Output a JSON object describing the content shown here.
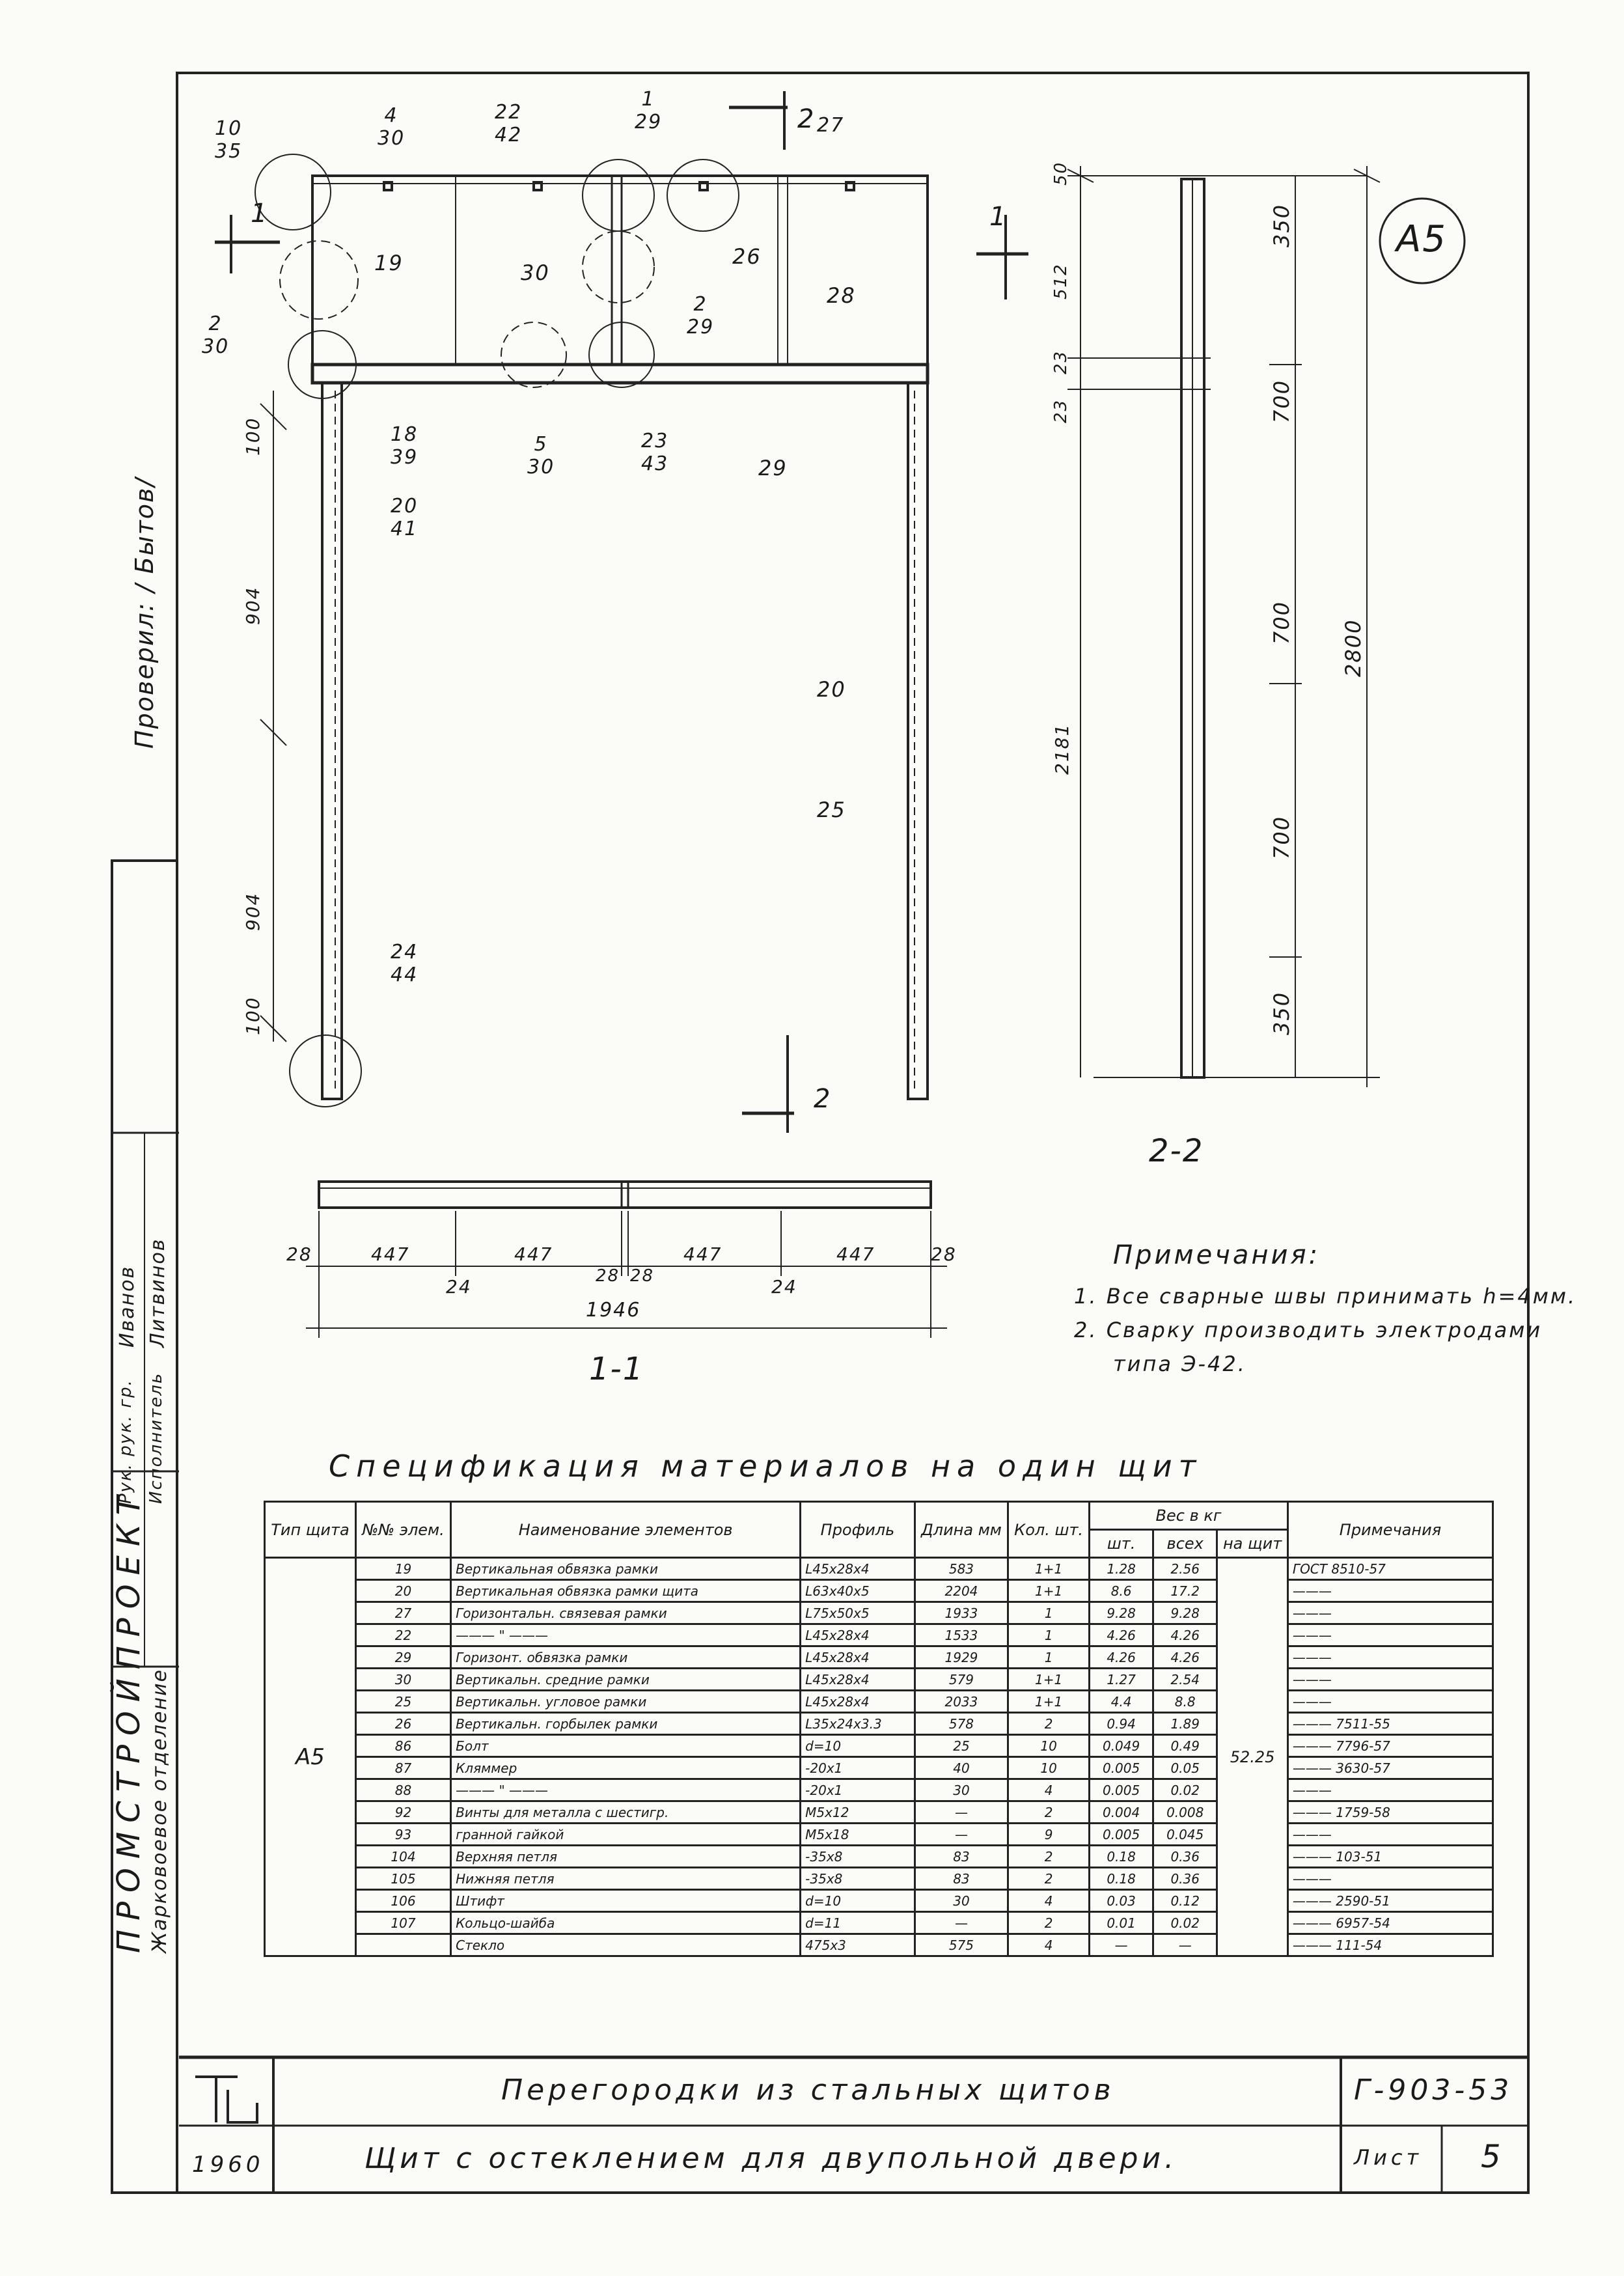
{
  "sheet": {
    "badge": "A5",
    "checked_by": "Проверил: / Бытов/",
    "org_name": "ПРОМСТРОЙПРОЕКТ",
    "org_dept": "Жарковоевое отделение",
    "staff": [
      {
        "role": "Рук. рук. гр.",
        "name": "Иванов"
      },
      {
        "role": "Исполнитель",
        "name": "Литвинов"
      }
    ]
  },
  "drawing": {
    "section_label_1": "1",
    "section_label_2": "2",
    "view_1_title": "1-1",
    "view_2_title": "2-2",
    "callouts": [
      {
        "top": "10",
        "bottom": "35"
      },
      {
        "top": "4",
        "bottom": "30"
      },
      {
        "top": "22",
        "bottom": "42"
      },
      {
        "top": "1",
        "bottom": "29"
      },
      {
        "top": "27",
        "bottom": ""
      },
      {
        "top": "19",
        "bottom": ""
      },
      {
        "top": "30",
        "bottom": ""
      },
      {
        "top": "26",
        "bottom": ""
      },
      {
        "top": "2",
        "bottom": "29"
      },
      {
        "top": "28",
        "bottom": ""
      },
      {
        "top": "2",
        "bottom": "30"
      },
      {
        "top": "18",
        "bottom": "39"
      },
      {
        "top": "20",
        "bottom": "41"
      },
      {
        "top": "5",
        "bottom": "30"
      },
      {
        "top": "23",
        "bottom": "43"
      },
      {
        "top": "29",
        "bottom": ""
      },
      {
        "top": "20",
        "bottom": ""
      },
      {
        "top": "25",
        "bottom": ""
      },
      {
        "top": "24",
        "bottom": "44"
      }
    ],
    "elev_dims": [
      "100",
      "904",
      "904",
      "100"
    ],
    "plan_dims": [
      "28",
      "447",
      "447",
      "447",
      "447",
      "28",
      "24",
      "28",
      "28",
      "24",
      "1946"
    ],
    "side_dims_left": [
      "50",
      "512",
      "23",
      "23",
      "2181"
    ],
    "side_dims_right": [
      "350",
      "700",
      "700",
      "700",
      "350",
      "2800"
    ]
  },
  "notes": {
    "title": "Примечания:",
    "items": [
      "1. Все сварные швы принимать h=4мм.",
      "2. Сварку производить электродами",
      "типа Э-42."
    ]
  },
  "spec": {
    "title": "Спецификация материалов на один щит",
    "headers": {
      "type": "Тип щита",
      "num": "№№ элем.",
      "name": "Наименование элементов",
      "profile": "Профиль",
      "length": "Длина мм",
      "qty": "Кол. шт.",
      "weight": "Вес в кг",
      "w_unit": "шт.",
      "w_all": "всех",
      "w_total": "на щит",
      "note": "Примечания"
    },
    "type_value": "А5",
    "total_weight": "52.25",
    "rows": [
      {
        "num": "19",
        "name": "Вертикальная обвязка рамки",
        "profile": "L45x28x4",
        "length": "583",
        "qty": "1+1",
        "w1": "1.28",
        "w2": "2.56",
        "note": "ГОСТ 8510-57"
      },
      {
        "num": "20",
        "name": "Вертикальная обвязка рамки щита",
        "profile": "L63x40x5",
        "length": "2204",
        "qty": "1+1",
        "w1": "8.6",
        "w2": "17.2",
        "note": "———"
      },
      {
        "num": "27",
        "name": "Горизонтальн. связевая рамки",
        "profile": "L75x50x5",
        "length": "1933",
        "qty": "1",
        "w1": "9.28",
        "w2": "9.28",
        "note": "———"
      },
      {
        "num": "22",
        "name": "——— \" ———",
        "profile": "L45x28x4",
        "length": "1533",
        "qty": "1",
        "w1": "4.26",
        "w2": "4.26",
        "note": "———"
      },
      {
        "num": "29",
        "name": "Горизонт. обвязка рамки",
        "profile": "L45x28x4",
        "length": "1929",
        "qty": "1",
        "w1": "4.26",
        "w2": "4.26",
        "note": "———"
      },
      {
        "num": "30",
        "name": "Вертикальн. средние рамки",
        "profile": "L45x28x4",
        "length": "579",
        "qty": "1+1",
        "w1": "1.27",
        "w2": "2.54",
        "note": "———"
      },
      {
        "num": "25",
        "name": "Вертикальн. угловое рамки",
        "profile": "L45x28x4",
        "length": "2033",
        "qty": "1+1",
        "w1": "4.4",
        "w2": "8.8",
        "note": "———"
      },
      {
        "num": "26",
        "name": "Вертикальн. горбылек рамки",
        "profile": "L35x24x3.3",
        "length": "578",
        "qty": "2",
        "w1": "0.94",
        "w2": "1.89",
        "note": "——— 7511-55"
      },
      {
        "num": "86",
        "name": "Болт",
        "profile": "d=10",
        "length": "25",
        "qty": "10",
        "w1": "0.049",
        "w2": "0.49",
        "note": "——— 7796-57"
      },
      {
        "num": "87",
        "name": "Кляммер",
        "profile": "-20x1",
        "length": "40",
        "qty": "10",
        "w1": "0.005",
        "w2": "0.05",
        "note": "——— 3630-57"
      },
      {
        "num": "88",
        "name": "——— \" ———",
        "profile": "-20x1",
        "length": "30",
        "qty": "4",
        "w1": "0.005",
        "w2": "0.02",
        "note": "———"
      },
      {
        "num": "92",
        "name": "Винты для металла с шестигр.",
        "profile": "M5x12",
        "length": "—",
        "qty": "2",
        "w1": "0.004",
        "w2": "0.008",
        "note": "——— 1759-58"
      },
      {
        "num": "93",
        "name": "гранной гайкой",
        "profile": "M5x18",
        "length": "—",
        "qty": "9",
        "w1": "0.005",
        "w2": "0.045",
        "note": "———"
      },
      {
        "num": "104",
        "name": "Верхняя петля",
        "profile": "-35x8",
        "length": "83",
        "qty": "2",
        "w1": "0.18",
        "w2": "0.36",
        "note": "——— 103-51"
      },
      {
        "num": "105",
        "name": "Нижняя петля",
        "profile": "-35x8",
        "length": "83",
        "qty": "2",
        "w1": "0.18",
        "w2": "0.36",
        "note": "———"
      },
      {
        "num": "106",
        "name": "Штифт",
        "profile": "d=10",
        "length": "30",
        "qty": "4",
        "w1": "0.03",
        "w2": "0.12",
        "note": "——— 2590-51"
      },
      {
        "num": "107",
        "name": "Кольцо-шайба",
        "profile": "d=11",
        "length": "—",
        "qty": "2",
        "w1": "0.01",
        "w2": "0.02",
        "note": "——— 6957-54"
      },
      {
        "num": "",
        "name": "Стекло",
        "profile": "475x3",
        "length": "575",
        "qty": "4",
        "w1": "—",
        "w2": "—",
        "note": "——— 111-54"
      }
    ]
  },
  "title_block": {
    "year": "1960",
    "line1": "Перегородки из стальных щитов",
    "line2": "Щит с остеклением для двупольной двери.",
    "code": "Г-903-53",
    "sheet_label": "Лист",
    "sheet_no": "5"
  }
}
